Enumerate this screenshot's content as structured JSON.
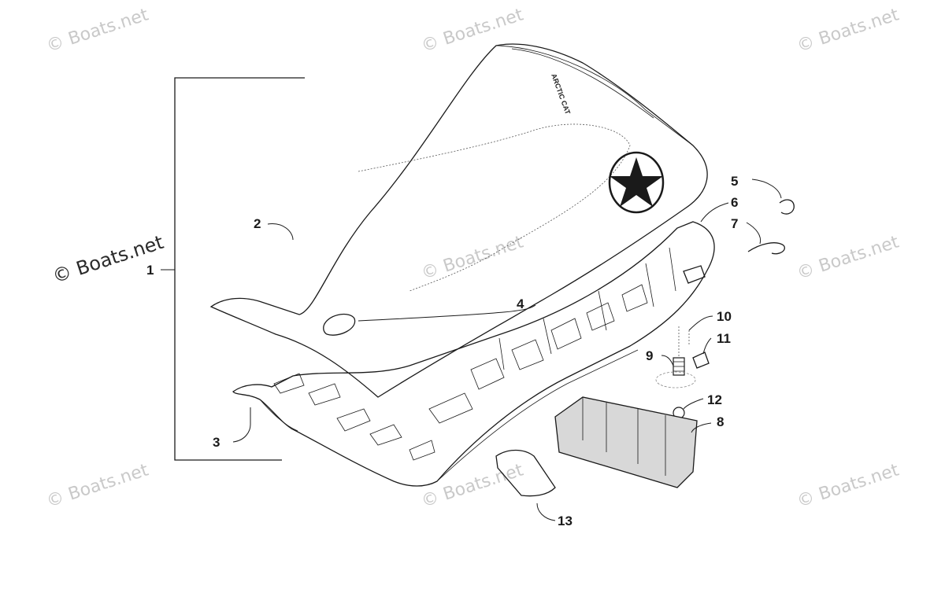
{
  "watermark": {
    "text": "© Boats.net",
    "color": "#c9c9c9"
  },
  "callouts": {
    "c1": "1",
    "c2": "2",
    "c3": "3",
    "c4": "4",
    "c5": "5",
    "c6": "6",
    "c7": "7",
    "c8": "8",
    "c9": "9",
    "c10": "10",
    "c11": "11",
    "c12": "12",
    "c13": "13"
  },
  "seat_logo": {
    "icon": "star-icon",
    "text": "ARCTIC CAT"
  }
}
